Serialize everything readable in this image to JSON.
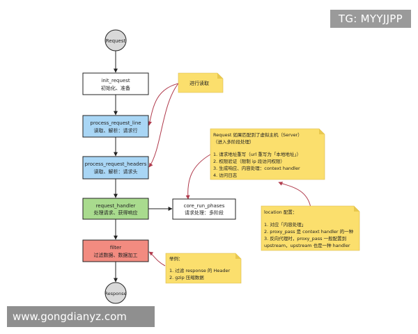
{
  "watermarks": {
    "top_right": "TG: MYYJJPP",
    "bottom_left": "www.gongdianyz.com"
  },
  "diagram": {
    "request_node": "Request",
    "response_node": "Response",
    "init_request": {
      "title": "init_request",
      "subtitle": "初始化、准备"
    },
    "process_request_line": {
      "title": "process_request_line",
      "subtitle": "读取、解析：请求行"
    },
    "process_request_headers": {
      "title": "process_request_headers",
      "subtitle": "读取、解析：请求头"
    },
    "request_handler": {
      "title": "request_handler",
      "subtitle": "处理请求、获得响应"
    },
    "core_run_phases": {
      "title": "core_run_phases",
      "subtitle": "请求处理：多阶段"
    },
    "filter": {
      "title": "filter",
      "subtitle": "过滤数据、数据加工"
    },
    "note_read": {
      "text": "进行读取"
    },
    "note_server": {
      "line1": "Request 如果匹配到了虚拟主机（Server）",
      "line2": "（进入多阶段处理）",
      "item1": "1. 请求地址重写（url 重写为「本地地址」）",
      "item2": "2. 权限验证（限制 ip 段访问权限）",
      "item3": "3. 生成响应、内容处理：context handler",
      "item4": "4. 访问日志"
    },
    "note_location": {
      "title": "location 配置：",
      "item1": "1. 对应「内容处理」",
      "item2": "2. proxy_pass 是 context handler 的一种",
      "item3": "3. 反向代理时，proxy_pass 一般配置到",
      "item4": "upstream，upstream 也是一种 handler"
    },
    "note_filter": {
      "title": "举例：",
      "item1": "1. 过滤 response 的 Header",
      "item2": "2. gzip 压缩数据"
    }
  },
  "colors": {
    "plain_box": "#ffffff",
    "blue_box": "#a9d6f5",
    "green_box": "#a9db8e",
    "red_box": "#f28b80",
    "circle": "#d9d9d9",
    "note": "#fbdf6d",
    "note_fold": "#e8c84e",
    "arrow": "#222222",
    "curve": "#b03a4c"
  }
}
